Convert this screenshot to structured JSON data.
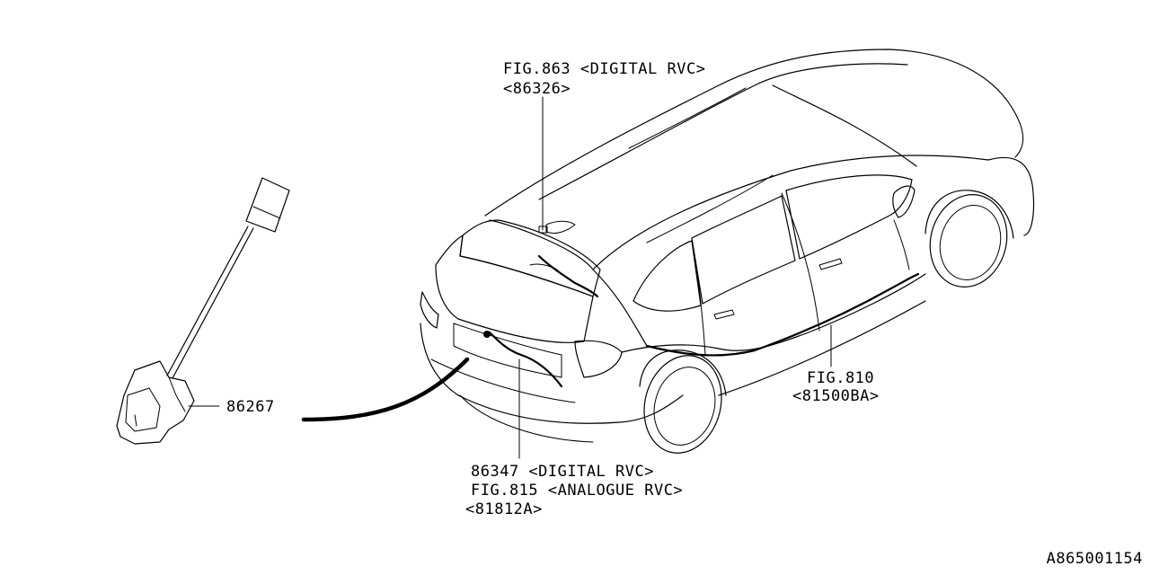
{
  "callouts": {
    "digital_rvc_top": {
      "fig": "FIG.863 <DIGITAL RVC>",
      "code": "<86326>"
    },
    "camera_part": {
      "number": "86267"
    },
    "harness_right": {
      "fig": "FIG.810",
      "code": "<81500BA>"
    },
    "bottom_group": {
      "line1": "86347 <DIGITAL RVC>",
      "line2": "FIG.815 <ANALOGUE RVC>",
      "line3": "<81812A>"
    }
  },
  "diagram_id": "A865001154",
  "colors": {
    "line": "#000000",
    "background": "#ffffff"
  }
}
